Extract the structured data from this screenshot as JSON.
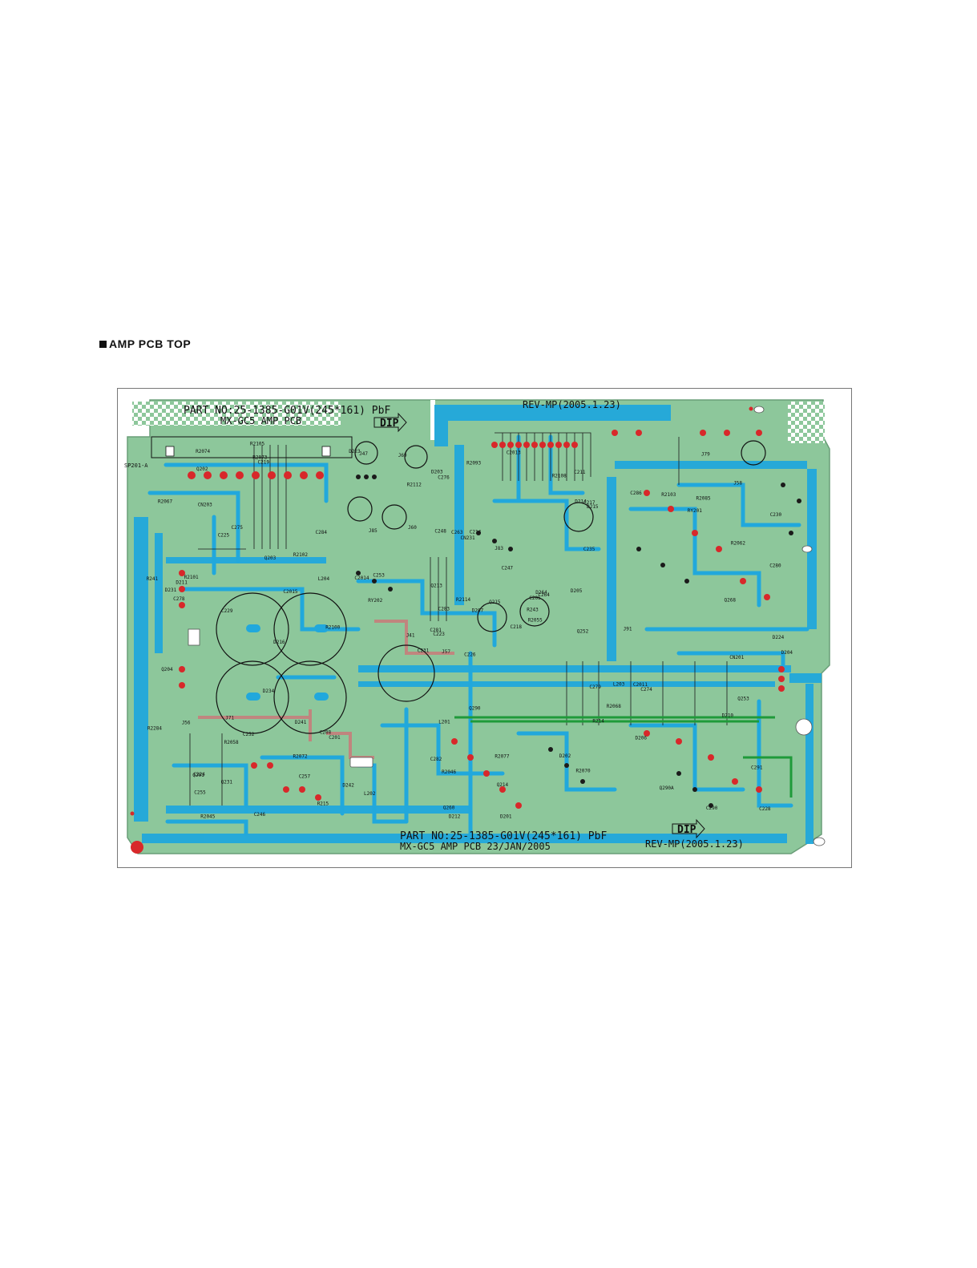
{
  "heading": "AMP  PCB  TOP",
  "colors": {
    "board": "#8dc79b",
    "copper": "#21a8dc",
    "trace_red": "#c97a7a",
    "pad_red": "#d8282a",
    "pad_black": "#1b1b1b",
    "trace_green": "#1f9a3a",
    "silk": "#111111"
  },
  "board_text": {
    "part_top": "PART NO:25-1385-G01V(245*161) PbF",
    "model_top": "MX-GC5 AMP PCB",
    "dip_top": "DIP",
    "rev_top": "REV-MP(2005.1.23)",
    "part_bottom": "PART NO:25-1385-G01V(245*161) PbF",
    "model_bottom": "MX-GC5 AMP PCB 23/JAN/2005",
    "dip_bottom": "DIP",
    "rev_bottom": "REV-MP(2005.1.23)",
    "sp_label": "SP201-A"
  },
  "components": [
    "C226",
    "C225",
    "C223",
    "C224",
    "C205",
    "C201",
    "C211",
    "C214",
    "C217",
    "C218",
    "C219",
    "C228",
    "C229",
    "C230",
    "C231",
    "C235",
    "C246",
    "C248",
    "C247",
    "C252",
    "C253",
    "C255",
    "C257",
    "C263",
    "C264",
    "C274",
    "C275",
    "C276",
    "C278",
    "C279",
    "C280",
    "C281",
    "C282",
    "C283",
    "C284",
    "C286",
    "C288",
    "C290",
    "C291",
    "C2011",
    "C2013",
    "C2014",
    "C2015",
    "R214",
    "R215",
    "R241",
    "R243",
    "R2045",
    "R2046",
    "R2055",
    "R2058",
    "R2062",
    "R2067",
    "R2068",
    "R2070",
    "R2072",
    "R2073",
    "R2074",
    "R2077",
    "R2085",
    "R2093",
    "R2100",
    "R2101",
    "R2102",
    "R2103",
    "R2105",
    "R2108",
    "R2112",
    "R2114",
    "R2284",
    "L201",
    "L202",
    "L203",
    "L204",
    "Q201",
    "Q202",
    "Q203",
    "Q204",
    "Q213",
    "Q214",
    "Q215",
    "Q231",
    "Q252",
    "Q253",
    "Q260",
    "Q268",
    "Q290",
    "Q290A",
    "D201",
    "D202",
    "D203",
    "D204",
    "D205",
    "D206",
    "D207",
    "D210",
    "D211",
    "D212",
    "D214",
    "D215",
    "D216",
    "D223",
    "D224",
    "D231",
    "D234",
    "D241",
    "D242",
    "D264",
    "RY201",
    "RY202",
    "CN201",
    "CN203",
    "CN231",
    "J41",
    "J47",
    "J56",
    "J57",
    "J58",
    "J60",
    "J69",
    "J71",
    "J79",
    "J83",
    "J85",
    "J91"
  ]
}
